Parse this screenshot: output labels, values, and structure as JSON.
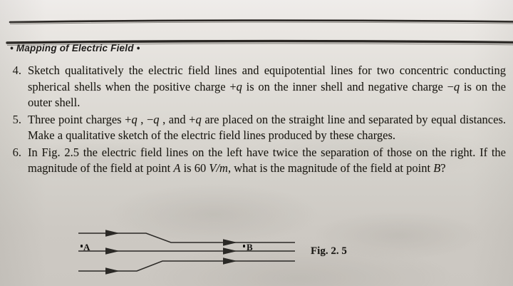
{
  "header": {
    "title": "Mapping of Electric Field",
    "bullet_left": "•",
    "bullet_right": "•"
  },
  "questions": [
    {
      "number": "4.",
      "text": "Sketch qualitatively the electric field lines and equipotential lines for two concentric conducting spherical shells when the positive charge +q is on the inner shell and negative charge −q is on the outer shell."
    },
    {
      "number": "5.",
      "text": "Three point charges +q , −q , and +q are placed on the straight line and separated by equal distances. Make a qualitative sketch of the electric field lines produced by these charges."
    },
    {
      "number": "6.",
      "text": "In Fig. 2.5 the electric field lines on the left have twice the separation of those on the right. If the magnitude of the field at point A is 60 V/m, what is the magnitude of the field at point B?"
    }
  ],
  "figure": {
    "caption": "Fig. 2. 5",
    "point_a_label": "A",
    "point_b_label": "B",
    "point_marker": "•",
    "line_color": "#2b2926",
    "left_line_count": 3,
    "right_line_count": 3,
    "description": "Three horizontal electric field lines, widely separated on the left and converging to half the separation on the right, each with arrowheads pointing right"
  },
  "colors": {
    "paper_light": "#efecea",
    "paper_dark": "#cbc7c1",
    "ink": "#17150f",
    "rule": "#2a2724"
  }
}
